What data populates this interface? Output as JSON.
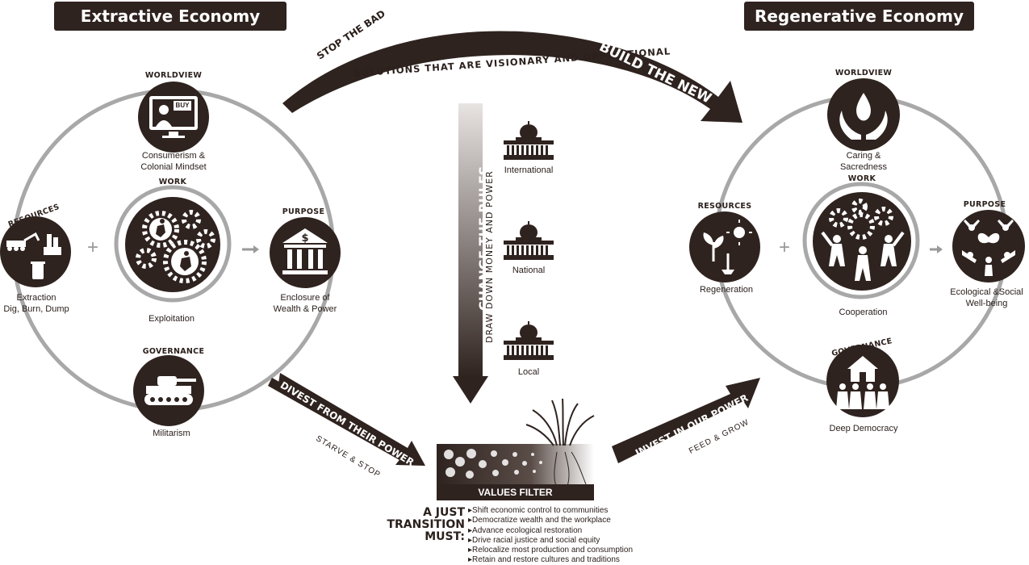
{
  "left": {
    "title": "Extractive Economy",
    "worldview": {
      "label": "WORLDVIEW",
      "caption_1": "Consumerism &",
      "caption_2": "Colonial Mindset",
      "screen_text": "BUY",
      "icon": "tv-buy-icon"
    },
    "work": {
      "label": "WORK",
      "caption": "Exploitation",
      "icon": "gears-workers-icon"
    },
    "resources": {
      "label": "RESOURCES",
      "caption_1": "Extraction",
      "caption_2": "Dig, Burn, Dump",
      "icon": "excavator-factory-trash-icon"
    },
    "purpose": {
      "label": "PURPOSE",
      "caption_1": "Enclosure of",
      "caption_2": "Wealth & Power",
      "icon": "bank-dollar-icon"
    },
    "governance": {
      "label": "GOVERNANCE",
      "caption": "Militarism",
      "icon": "tank-icon"
    }
  },
  "right": {
    "title": "Regenerative Economy",
    "worldview": {
      "label": "WORLDVIEW",
      "caption_1": "Caring &",
      "caption_2": "Sacredness",
      "icon": "hands-water-drop-icon"
    },
    "work": {
      "label": "WORK",
      "caption": "Cooperation",
      "icon": "gears-people-icon"
    },
    "resources": {
      "label": "RESOURCES",
      "caption": "Regeneration",
      "icon": "sprout-sun-icon"
    },
    "purpose": {
      "label": "PURPOSE",
      "caption_1": "Ecological &Social",
      "caption_2": "Well-being",
      "icon": "people-butterfly-icon"
    },
    "governance": {
      "label": "GOVERNANCE",
      "caption": "Deep Democracy",
      "icon": "people-house-icon"
    }
  },
  "top_arrow": {
    "stop": "STOP THE BAD",
    "build": "BUILD THE NEW",
    "solutions": "SOLUTIONS THAT ARE VISIONARY AND OPPOSITIONAL"
  },
  "rules": {
    "title": "CHANGE THE RULES",
    "subtitle": "DRAW DOWN MONEY AND POWER",
    "levels": [
      "International",
      "National",
      "Local"
    ]
  },
  "divest": {
    "title": "DIVEST FROM THEIR POWER",
    "subtitle": "STARVE & STOP"
  },
  "invest": {
    "title": "INVEST IN OUR POWER",
    "subtitle": "FEED & GROW"
  },
  "filter": {
    "label": "VALUES FILTER"
  },
  "transition": {
    "heading_1": "A JUST",
    "heading_2": "TRANSITION",
    "heading_3": "MUST:",
    "items": [
      "Shift economic control to communities",
      "Democratize wealth and the workplace",
      "Advance ecological restoration",
      "Drive racial justice and social equity",
      "Relocalize most production and consumption",
      "Retain and restore cultures and traditions"
    ]
  },
  "colors": {
    "dark": "#2f231f",
    "grey": "#a8a8a8"
  }
}
